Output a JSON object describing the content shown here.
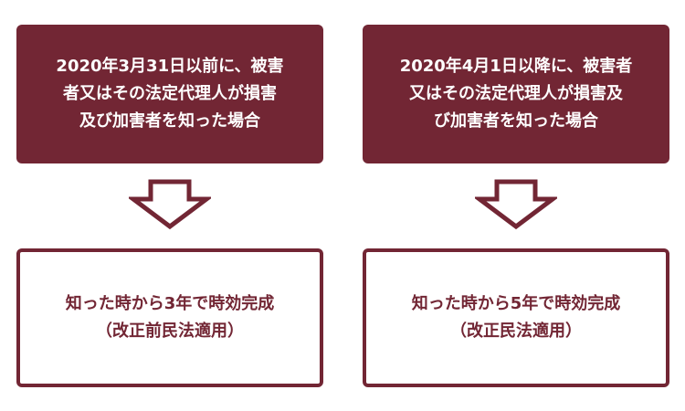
{
  "colors": {
    "accent": "#722634",
    "text_on_accent": "#ffffff",
    "background": "#ffffff"
  },
  "left": {
    "condition_text": "2020年3月31日以前に、被害\n者又はその法定代理人が損害\n及び加害者を知った場合",
    "result_line1": "知った時から3年で時効完成",
    "result_line2": "（改正前民法適用）"
  },
  "right": {
    "condition_text": "2020年4月1日以降に、被害者\n又はその法定代理人が損害及\nび加害者を知った場合",
    "result_line1": "知った時から5年で時効完成",
    "result_line2": "（改正民法適用）"
  }
}
